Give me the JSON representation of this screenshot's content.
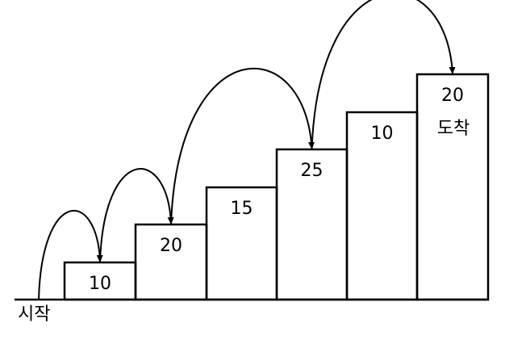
{
  "diagram": {
    "start_label": "시작",
    "end_label": "도착",
    "steps": [
      {
        "value": "10"
      },
      {
        "value": "20"
      },
      {
        "value": "15"
      },
      {
        "value": "25"
      },
      {
        "value": "10"
      },
      {
        "value": "20"
      }
    ],
    "jumps": [
      {
        "from": "start",
        "to": 0
      },
      {
        "from": 0,
        "to": 1
      },
      {
        "from": 1,
        "to": 3
      },
      {
        "from": 3,
        "to": 5
      }
    ]
  }
}
